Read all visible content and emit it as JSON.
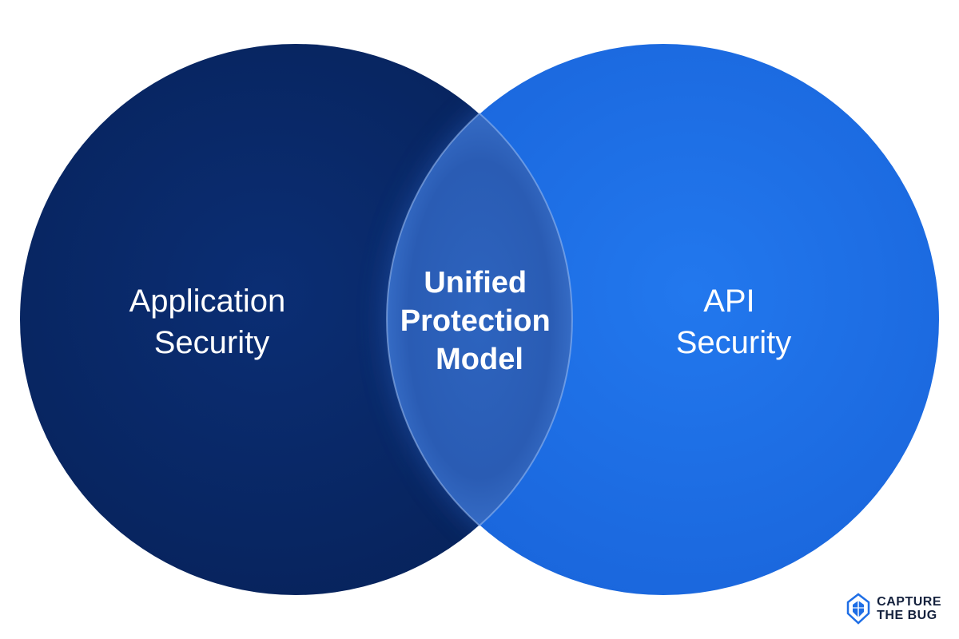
{
  "diagram": {
    "left_circle": {
      "label_lines": [
        "Application",
        "Security"
      ],
      "color": "#0a2a6b"
    },
    "right_circle": {
      "label_lines": [
        "API",
        "Security"
      ],
      "color": "#1e6ee6"
    },
    "overlap": {
      "label_lines": [
        "Unified",
        "Protection",
        "Model"
      ],
      "color": "#2f5fb5"
    }
  },
  "brand": {
    "line1": "CAPTURE",
    "line2": "THE BUG",
    "color": "#1e6ee6"
  }
}
